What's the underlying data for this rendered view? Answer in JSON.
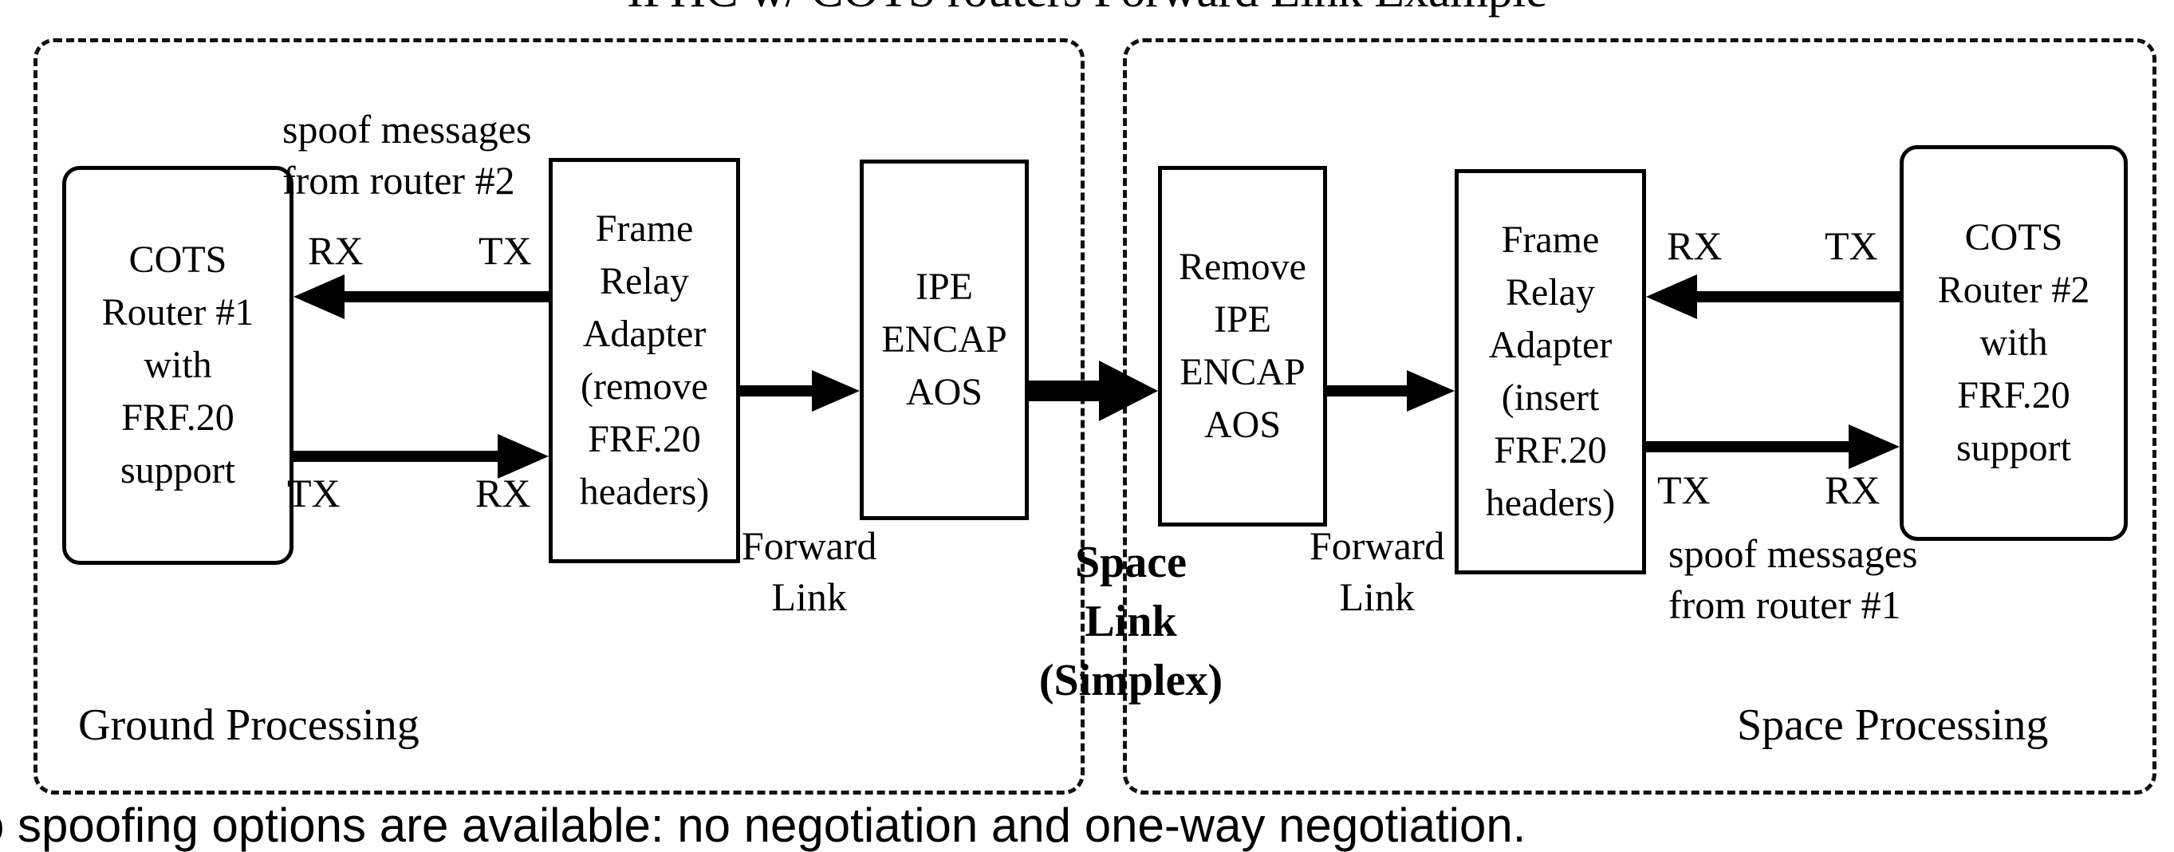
{
  "diagram": {
    "title": "IPHC w/ COTS routers Forward Link Example",
    "groups": {
      "ground": {
        "label": "Ground Processing"
      },
      "space": {
        "label": "Space Processing"
      }
    },
    "nodes": {
      "cots_router_1": "COTS\nRouter #1\nwith\nFRF.20\nsupport",
      "frame_relay_left": "Frame\nRelay\nAdapter\n(remove\nFRF.20\nheaders)",
      "ipe_encap_aos": "IPE\nENCAP\nAOS",
      "remove_ipe_encap_aos": "Remove\nIPE\nENCAP\nAOS",
      "frame_relay_right": "Frame\nRelay\nAdapter\n(insert\nFRF.20\nheaders)",
      "cots_router_2": "COTS\nRouter #2\nwith\nFRF.20\nsupport"
    },
    "ports": {
      "rx": "RX",
      "tx": "TX"
    },
    "annotations": {
      "spoof_from_router_2": "spoof messages\nfrom router #2",
      "spoof_from_router_1": "spoof messages\nfrom router #1",
      "forward_link_left": "Forward\nLink",
      "forward_link_right": "Forward\nLink",
      "space_link": "Space\nLink\n(Simplex)"
    },
    "body_text": "o spoofing options are available: no negotiation and one-way negotiation.",
    "colors": {
      "stroke": "#000000",
      "background": "#ffffff",
      "dashed_border": "#111111"
    }
  }
}
